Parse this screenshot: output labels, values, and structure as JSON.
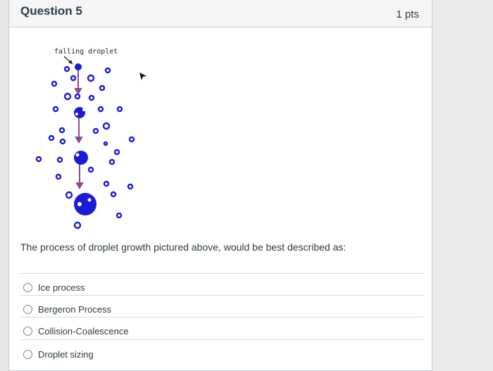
{
  "question": {
    "title": "Question 5",
    "points": "1 pts",
    "text": "The process of droplet growth pictured above, would be best described as:"
  },
  "figure": {
    "label": "falling droplet"
  },
  "answers": [
    {
      "label": "Ice process",
      "selected": false
    },
    {
      "label": "Bergeron Process",
      "selected": false
    },
    {
      "label": "Collision-Coalescence",
      "selected": false
    },
    {
      "label": "Droplet sizing",
      "selected": false
    }
  ],
  "colors": {
    "droplet": "#1b1bd6",
    "arrow": "#8a4a8f",
    "accent": "#2d3b45"
  }
}
